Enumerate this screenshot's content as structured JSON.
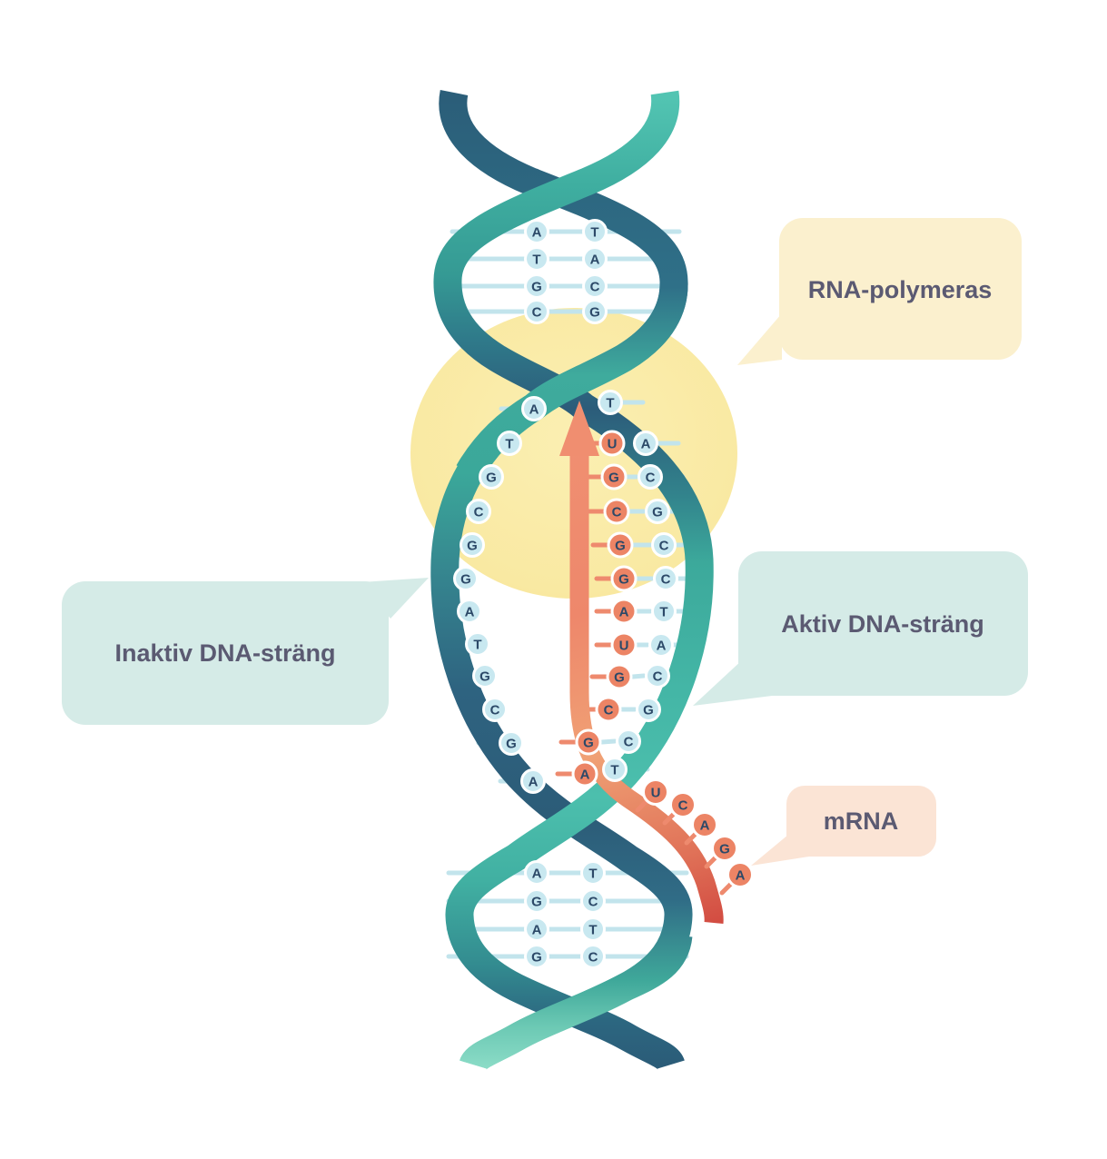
{
  "labels": {
    "rna_polymerase": "RNA-polymeras",
    "inactive_strand": "Inaktiv DNA-sträng",
    "active_strand": "Aktiv DNA-sträng",
    "mrna": "mRNA"
  },
  "dna": {
    "top_section": {
      "left_strand": [
        "A",
        "T",
        "G",
        "C"
      ],
      "right_strand": [
        "T",
        "A",
        "C",
        "G"
      ]
    },
    "transcription_bubble": {
      "inactive_strand": [
        "A",
        "T",
        "G",
        "C",
        "G",
        "G",
        "A",
        "T",
        "G",
        "C",
        "G",
        "A"
      ],
      "active_strand": [
        "T",
        "A",
        "C",
        "G",
        "C",
        "C",
        "T",
        "A",
        "C",
        "G",
        "C",
        "T"
      ],
      "mrna": [
        "U",
        "G",
        "C",
        "G",
        "G",
        "A",
        "U",
        "G",
        "C",
        "G",
        "A"
      ],
      "mrna_tail": [
        "U",
        "C",
        "A",
        "G",
        "A"
      ]
    },
    "bottom_section": {
      "left_strand": [
        "A",
        "G",
        "A",
        "G"
      ],
      "right_strand": [
        "T",
        "C",
        "T",
        "C"
      ]
    }
  },
  "colors": {
    "strand_teal": "#3FAE9F",
    "strand_blue": "#2E6380",
    "mrna_orange": "#EE8A6E",
    "mrna_tip_red": "#D24B41",
    "polymerase_yellow": "#F8E79C",
    "bubble_yellow": "#FBF0CE",
    "bubble_mint": "#D5EBE7",
    "bubble_peach": "#FBE4D5",
    "circle_blue": "#C8E8F0",
    "circle_orange": "#EC8465",
    "tick_blue": "#C2E4EC",
    "letter_navy": "#2C4968",
    "label_text": "#5B5A72"
  }
}
